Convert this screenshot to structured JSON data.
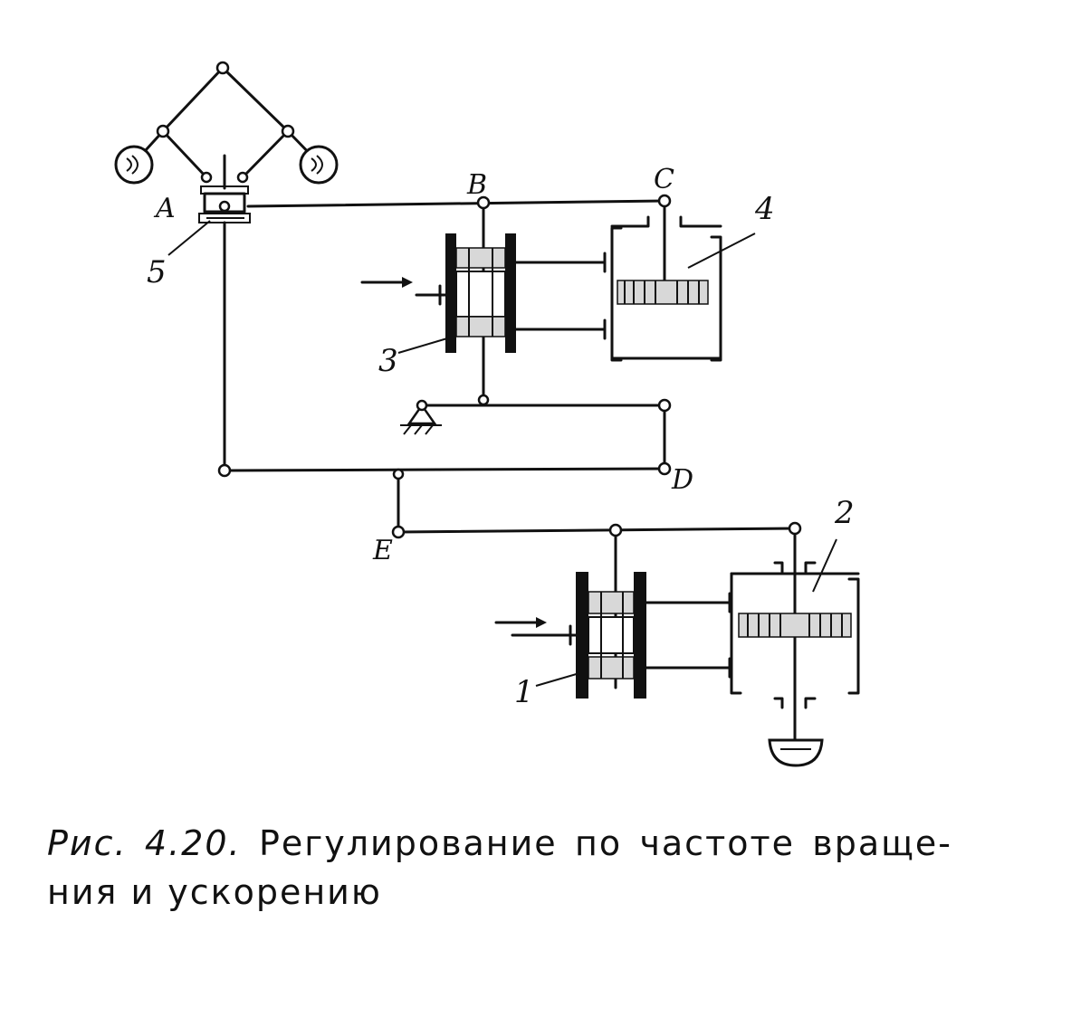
{
  "diagram": {
    "points": {
      "A": "A",
      "B": "B",
      "C": "C",
      "D": "D",
      "E": "E"
    },
    "parts": {
      "p1": "1",
      "p2": "2",
      "p3": "3",
      "p4": "4",
      "p5": "5"
    }
  },
  "caption": {
    "figure_number": "Рис. 4.20.",
    "text": "Регулирование по частоте враще-ния и ускорению"
  }
}
